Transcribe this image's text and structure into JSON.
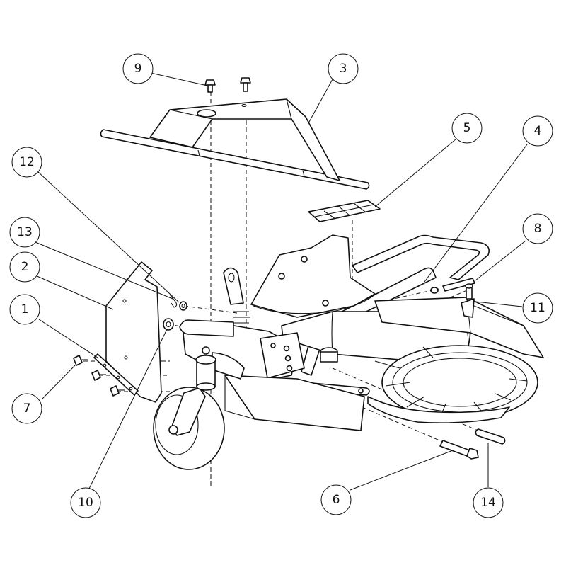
{
  "diagram": {
    "callouts": [
      {
        "label": "1",
        "part": "part-1"
      },
      {
        "label": "2",
        "part": "part-2"
      },
      {
        "label": "3",
        "part": "part-3"
      },
      {
        "label": "4",
        "part": "part-4"
      },
      {
        "label": "5",
        "part": "part-5"
      },
      {
        "label": "6",
        "part": "part-6"
      },
      {
        "label": "7",
        "part": "part-7"
      },
      {
        "label": "8",
        "part": "part-8"
      },
      {
        "label": "9",
        "part": "part-9"
      },
      {
        "label": "10",
        "part": "part-10"
      },
      {
        "label": "11",
        "part": "part-11"
      },
      {
        "label": "12",
        "part": "part-12"
      },
      {
        "label": "13",
        "part": "part-13"
      },
      {
        "label": "14",
        "part": "part-14"
      }
    ]
  }
}
